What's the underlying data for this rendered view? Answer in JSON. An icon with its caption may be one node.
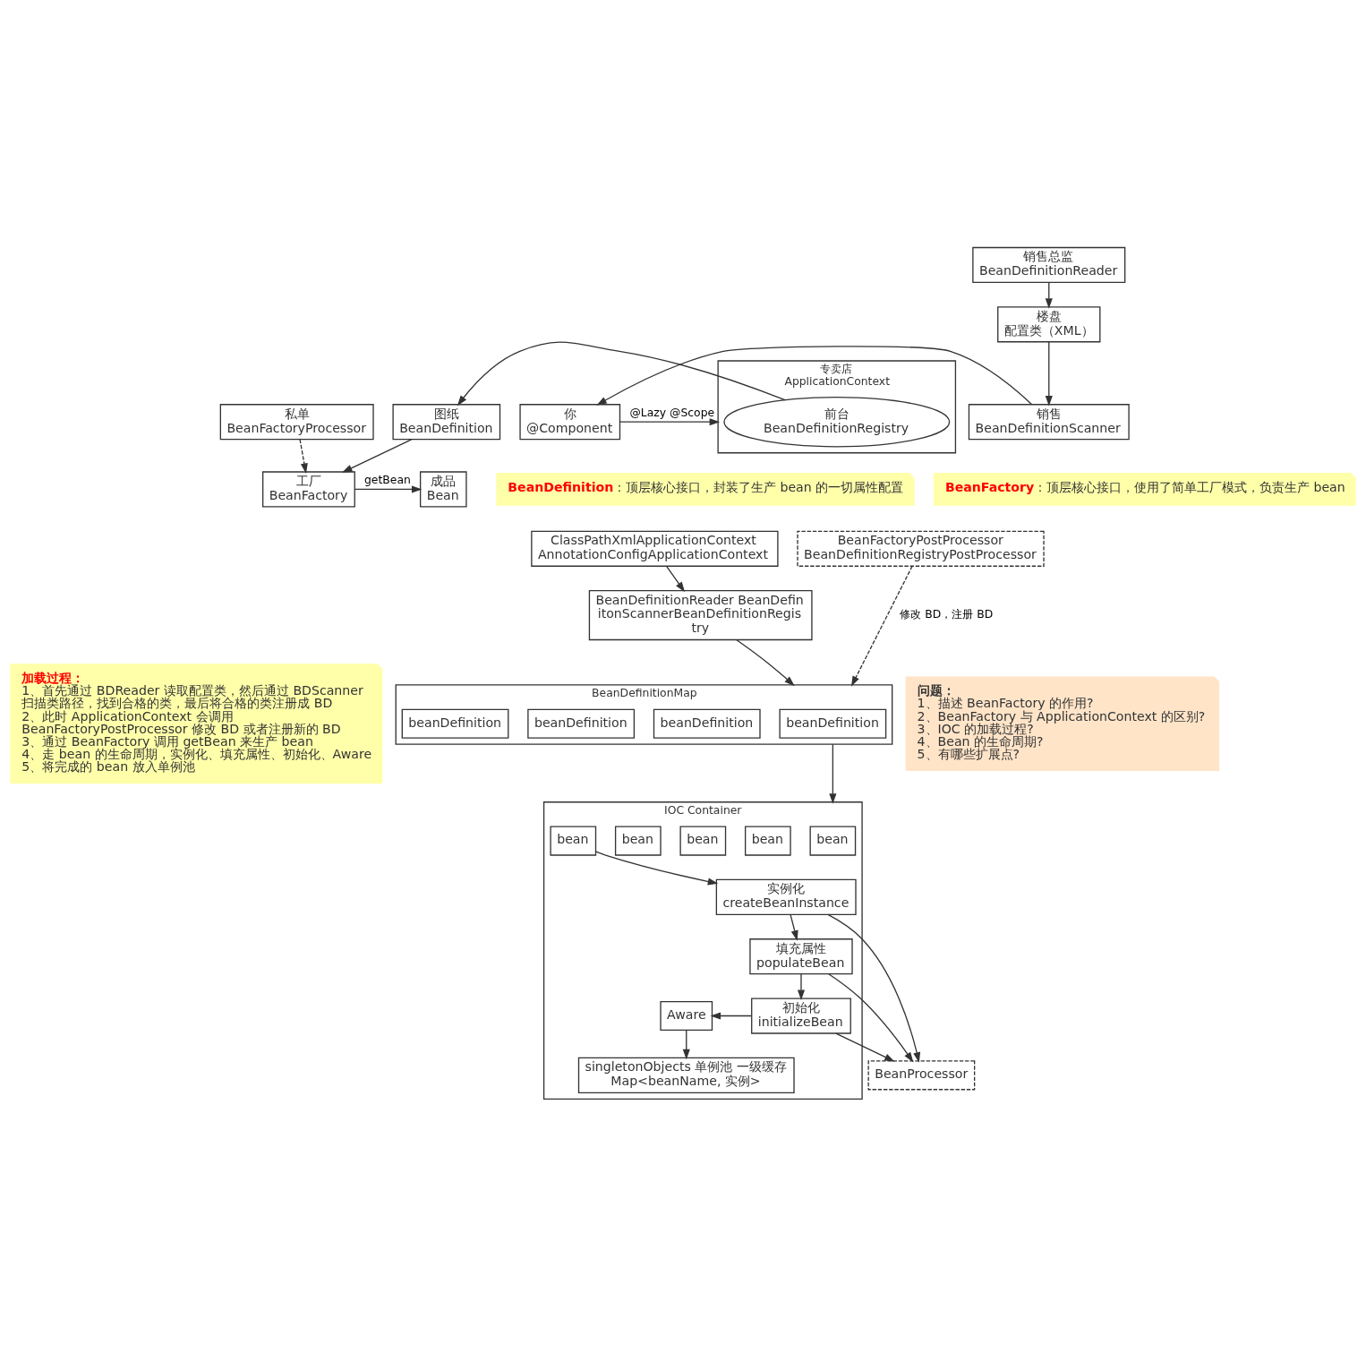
{
  "diagram": {
    "nodes": [
      {
        "text": [
          "私单",
          "BeanFactoryProcessor"
        ]
      },
      {
        "text": [
          "工厂",
          "BeanFactory"
        ]
      },
      {
        "text": [
          "成品",
          "Bean"
        ]
      },
      {
        "text": [
          "销售总监",
          "BeanDefinitionReader"
        ]
      },
      {
        "text": [
          "楼盘",
          "配置类（XML）"
        ]
      },
      {
        "text": [
          "专卖店",
          "ApplicationContext"
        ]
      },
      {
        "text": [
          "前台",
          "BeanDefinitionRegistry"
        ],
        "in": 5
      },
      {
        "text": [
          "图纸",
          "BeanDefinition"
        ]
      },
      {
        "text": [
          "你",
          "@Component"
        ]
      },
      {
        "text": [
          "销售",
          "BeanDefinitionScanner"
        ]
      },
      {
        "text": [
          "**BeanDefinition**：顶层核心接口，封装了生产 bean 的一切属性配置"
        ]
      },
      {
        "text": [
          "**BeanFactory**：顶层核心接口，使用了简单工厂模式，负责生产 bean"
        ]
      },
      {
        "text": [
          "ClassPathXmlApplicationContext",
          "AnnotationConfigApplicationContext"
        ]
      },
      {
        "text": [
          "BeanFactoryPostProcessor",
          "BeanDefinitionRegistryPostProcessor"
        ]
      },
      {
        "text": [
          "BeanDefinitionReader BeanDefinitonScannerBeanDefinitionRegistry"
        ]
      },
      {
        "text": [
          "BeanDefinitionMap"
        ]
      },
      {
        "text": [
          "beanDefinition"
        ],
        "in": 15
      },
      {
        "text": [
          "beanDefinition"
        ],
        "in": 15
      },
      {
        "text": [
          "beanDefinition"
        ],
        "in": 15
      },
      {
        "text": [
          "beanDefinition"
        ],
        "in": 15
      },
      {
        "text": [
          "IOC Container"
        ]
      },
      {
        "text": [
          "bean"
        ],
        "in": 20
      },
      {
        "text": [
          "bean"
        ],
        "in": 20
      },
      {
        "text": [
          "bean"
        ],
        "in": 20
      },
      {
        "text": [
          "bean"
        ],
        "in": 20
      },
      {
        "text": [
          "bean"
        ],
        "in": 20
      },
      {
        "text": [
          "实例化",
          "createBeanInstance"
        ],
        "in": 20
      },
      {
        "text": [
          "填充属性",
          "populateBean"
        ],
        "in": 20
      },
      {
        "text": [
          "初始化",
          "initializeBean"
        ],
        "in": 20
      },
      {
        "text": [
          "Aware"
        ],
        "in": 20
      },
      {
        "text": [
          "singletonObjects 单例池 一级缓存",
          "Map<beanName, 实例>"
        ],
        "in": 20
      },
      {
        "text": [
          "BeanProcessor"
        ]
      },
      {
        "text": [
          "加载过程：",
          "1、首先通过 BDReader 读取配置类，然后通过 BDScanner 扫描类路径，找到合格的类，最后将合格的类注册成 BD",
          "2、此时 ApplicationContext 会调用 BeanFactoryPostProcessor 修改 BD 或者注册新的 BD",
          "3、通过 BeanFactory 调用 getBean 来生产 bean",
          "4、走 bean 的生命周期，实例化、填充属性、初始化、Aware",
          "5、将完成的 bean 放入单例池"
        ]
      },
      {
        "text": [
          "问题：",
          "1、描述 BeanFactory 的作用?",
          "2、BeanFactory 与 ApplicationContext 的区别?",
          "3、IOC 的加载过程?",
          "4、Bean 的生命周期?",
          "5、有哪些扩展点?"
        ]
      }
    ],
    "edges": [
      {
        "from": 0,
        "to": 1,
        "arrow": "to",
        "style": "dashed"
      },
      {
        "from": 1,
        "to": 2,
        "arrow": "to",
        "label": "getBean"
      },
      {
        "from": 7,
        "to": 1,
        "arrow": "to"
      },
      {
        "from": 6,
        "to": 7,
        "arrow": "to"
      },
      {
        "from": 8,
        "to": 5,
        "arrow": "to",
        "label": "@Lazy @Scope"
      },
      {
        "from": 9,
        "to": 8,
        "arrow": "to"
      },
      {
        "from": 3,
        "to": 4,
        "arrow": "to"
      },
      {
        "from": 4,
        "to": 9,
        "arrow": "to"
      },
      {
        "from": 12,
        "to": 14,
        "arrow": "to"
      },
      {
        "from": 14,
        "to": 15,
        "arrow": "to"
      },
      {
        "from": 13,
        "to": 15,
        "arrow": "to",
        "style": "dashed",
        "label": "修改 BD，注册 BD"
      },
      {
        "from": 15,
        "to": 20,
        "arrow": "to"
      },
      {
        "from": 25,
        "to": 26,
        "arrow": "to"
      },
      {
        "from": 26,
        "to": 31,
        "arrow": "to"
      },
      {
        "from": 26,
        "to": 27,
        "arrow": "to"
      },
      {
        "from": 27,
        "to": 28,
        "arrow": "to"
      },
      {
        "from": 28,
        "to": 29,
        "arrow": "to"
      },
      {
        "from": 29,
        "to": 30,
        "arrow": "to"
      },
      {
        "from": 27,
        "to": 31,
        "arrow": "to"
      },
      {
        "from": 28,
        "to": 31,
        "arrow": "to"
      }
    ]
  }
}
